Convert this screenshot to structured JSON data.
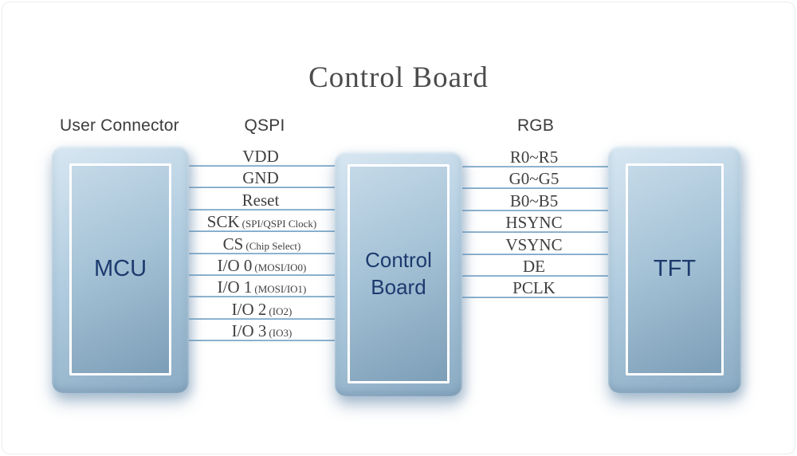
{
  "title": "Control Board",
  "group_labels": {
    "user_connector": "User Connector",
    "qspi": "QSPI",
    "rgb": "RGB"
  },
  "blocks": {
    "mcu": "MCU",
    "control_board": "Control Board",
    "tft": "TFT"
  },
  "qspi_bus": {
    "signals": [
      {
        "name": "VDD",
        "note": ""
      },
      {
        "name": "GND",
        "note": ""
      },
      {
        "name": "Reset",
        "note": ""
      },
      {
        "name": "SCK",
        "note": "(SPI/QSPI Clock)"
      },
      {
        "name": "CS",
        "note": "(Chip Select)"
      },
      {
        "name": "I/O 0",
        "note": "(MOSI/IO0)"
      },
      {
        "name": "I/O 1",
        "note": "(MOSI/IO1)"
      },
      {
        "name": "I/O 2",
        "note": "(IO2)"
      },
      {
        "name": "I/O 3",
        "note": "(IO3)"
      }
    ]
  },
  "rgb_bus": {
    "signals": [
      {
        "name": "R0~R5",
        "note": ""
      },
      {
        "name": "G0~G5",
        "note": ""
      },
      {
        "name": "B0~B5",
        "note": ""
      },
      {
        "name": "HSYNC",
        "note": ""
      },
      {
        "name": "VSYNC",
        "note": ""
      },
      {
        "name": "DE",
        "note": ""
      },
      {
        "name": "PCLK",
        "note": ""
      }
    ]
  },
  "colors": {
    "line_blue": "#7fa9c8",
    "block_text_navy": "#1c3a6e",
    "title_gray": "#4c4c4c",
    "block_fill_light": "#c4d9e8",
    "block_fill_dark": "#7c9eb7"
  }
}
